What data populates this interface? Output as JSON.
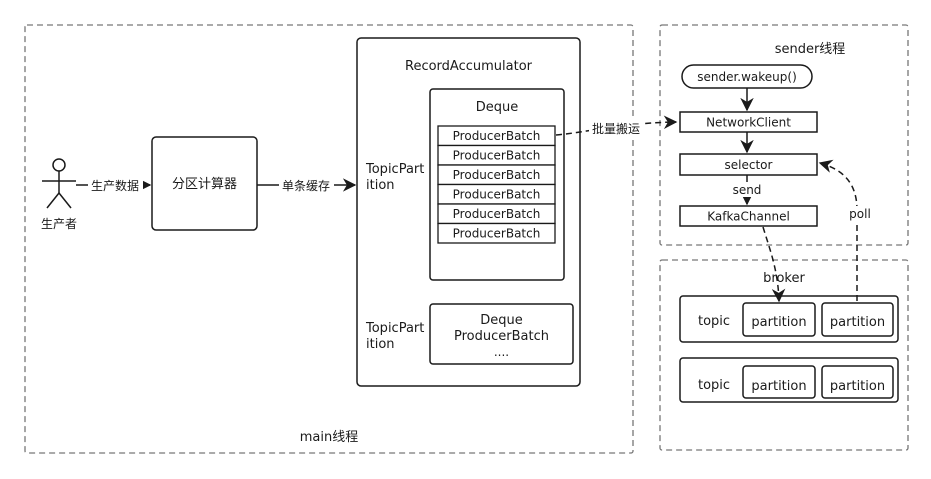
{
  "main_region": {
    "label": "main线程"
  },
  "sender_region": {
    "label": "sender线程"
  },
  "broker_region": {
    "label": "broker"
  },
  "producer_actor": {
    "label": "生产者"
  },
  "partitioner": {
    "label": "分区计算器"
  },
  "accumulator": {
    "title": "RecordAccumulator",
    "partition_1": {
      "label_line1": "TopicPart",
      "label_line2": "ition",
      "deque_title": "Deque",
      "batches": [
        "ProducerBatch",
        "ProducerBatch",
        "ProducerBatch",
        "ProducerBatch",
        "ProducerBatch",
        "ProducerBatch"
      ]
    },
    "partition_2": {
      "label_line1": "TopicPart",
      "label_line2": "ition",
      "deque_line1": "Deque",
      "deque_line2": "ProducerBatch",
      "deque_line3": "...."
    }
  },
  "sender": {
    "wakeup": "sender.wakeup()",
    "network_client": "NetworkClient",
    "selector": "selector",
    "kafka_channel": "KafkaChannel"
  },
  "broker": {
    "rows": [
      {
        "topic": "topic",
        "partitions": [
          "partition",
          "partition"
        ]
      },
      {
        "topic": "topic",
        "partitions": [
          "partition",
          "partition"
        ]
      }
    ]
  },
  "edges": {
    "produce_data": "生产数据",
    "single_cache": "单条缓存",
    "batch_move": "批量搬运",
    "send": "send",
    "poll": "poll"
  }
}
